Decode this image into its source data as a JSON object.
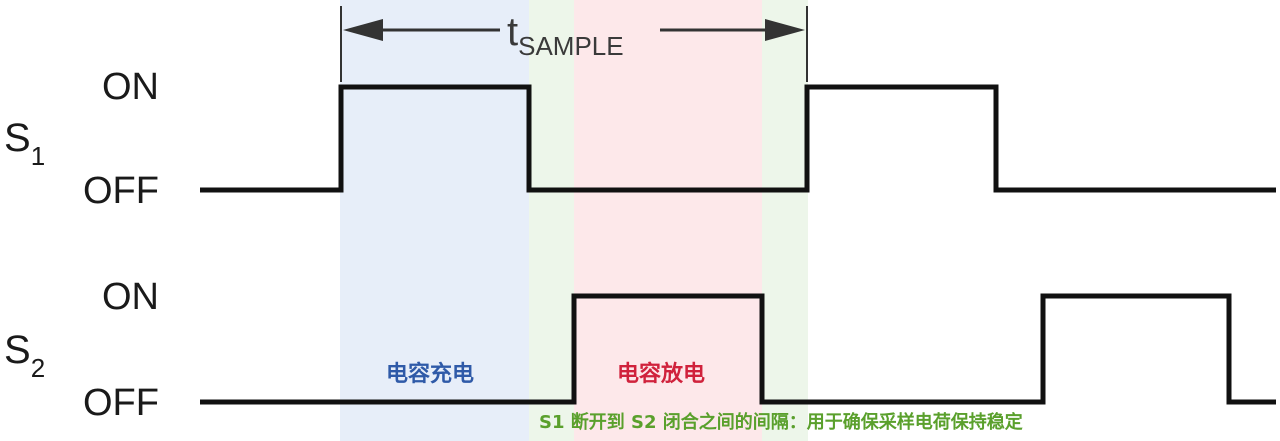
{
  "signals": {
    "s1": {
      "name": "S",
      "sub": "1"
    },
    "s2": {
      "name": "S",
      "sub": "2"
    }
  },
  "levels": {
    "on": "ON",
    "off": "OFF"
  },
  "t_sample": {
    "main": "t",
    "sub": "SAMPLE"
  },
  "zones": {
    "charge": {
      "label": "电容充电",
      "color": "#2f5aa8"
    },
    "discharge": {
      "label": "电容放电",
      "color": "#d0223c"
    }
  },
  "gap_note": {
    "text": "S1 断开到 S2 闭合之间的间隔：用于确保采样电荷保持稳定",
    "color": "#5aa02c"
  },
  "colors": {
    "charge_bg": "#e7eef9",
    "gap_bg": "#edf6ea",
    "discharge_bg": "#fde8ea",
    "waveform": "#111111",
    "arrow": "#333333"
  }
}
